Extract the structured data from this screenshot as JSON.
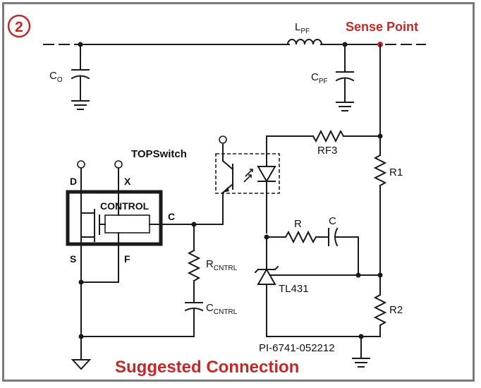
{
  "badge": {
    "number": "2"
  },
  "labels": {
    "sense_point": "Sense Point",
    "l_main": "L",
    "l_sub": "PF",
    "co_main": "C",
    "co_sub": "O",
    "cpf_main": "C",
    "cpf_sub": "PF",
    "topswitch": "TOPSwitch",
    "control": "CONTROL",
    "pin_d": "D",
    "pin_x": "X",
    "pin_c": "C",
    "pin_s": "S",
    "pin_f": "F",
    "rf3": "RF3",
    "r1": "R1",
    "r2": "R2",
    "r": "R",
    "c": "C",
    "tl431": "TL431",
    "rcntrl_main": "R",
    "rcntrl_sub": "CNTRL",
    "ccntrl_main": "C",
    "ccntrl_sub": "CNTRL",
    "part_number": "PI-6741-052212",
    "caption": "Suggested Connection"
  },
  "colors": {
    "wire": "#1a1a1a",
    "accent_red": "#c62828",
    "frame": "#7a7a7a"
  }
}
